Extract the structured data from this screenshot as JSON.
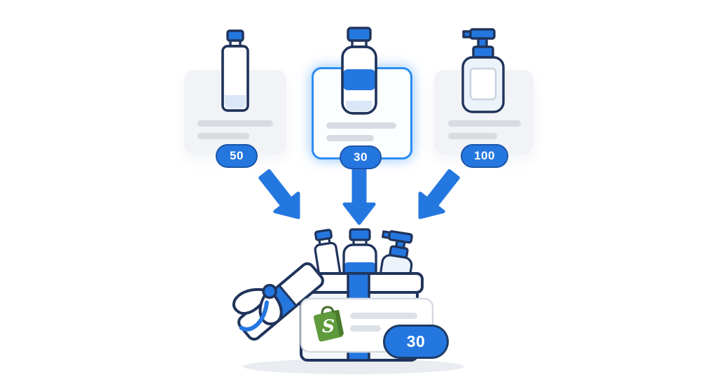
{
  "products": [
    {
      "name": "slim-bottle",
      "stock": "50",
      "highlighted": false
    },
    {
      "name": "water-bottle",
      "stock": "30",
      "highlighted": true
    },
    {
      "name": "pump-bottle",
      "stock": "100",
      "highlighted": false
    }
  ],
  "bundle": {
    "stock": "30",
    "logo_letter": "S"
  },
  "icons": [
    "slim-bottle-icon",
    "water-bottle-icon",
    "pump-bottle-icon",
    "arrow-down-right-icon",
    "arrow-down-icon",
    "arrow-down-left-icon",
    "gift-box-icon",
    "ribbon-bow-icon",
    "shopify-logo-icon"
  ],
  "colors": {
    "accent_blue": "#2577e0",
    "badge_blue": "#2577e0",
    "outline_navy": "#20345b",
    "light_blue": "#d9e7f8",
    "card_bg": "#f1f3f6",
    "placeholder_bar": "#d7dbe2",
    "highlight_border": "#2d8cf0",
    "shopify_green": "#5f9a3d",
    "background": "#ffffff"
  }
}
